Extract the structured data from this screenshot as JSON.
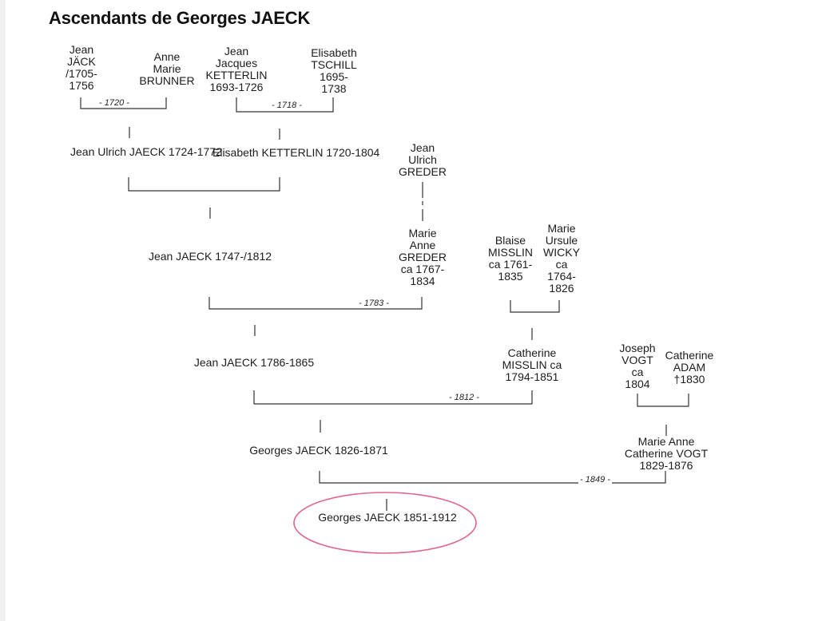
{
  "title": "Ascendants de Georges JAECK",
  "highlight_color": "#e0668a",
  "people": {
    "jean_jack": "Jean\nJÄCK\n/1705-\n1756",
    "anne_marie_brunner": "Anne\nMarie\nBRUNNER",
    "jean_jacques_ketterlin": "Jean\nJacques\nKETTERLIN\n1693-1726",
    "elisabeth_tschill": "Elisabeth\nTSCHILL\n1695-\n1738",
    "jean_ulrich_jaeck": "Jean Ulrich JAECK\n1724-1772",
    "elisabeth_ketterlin": "Elisabeth KETTERLIN\n1720-1804",
    "jean_ulrich_greder": "Jean\nUlrich\nGREDER",
    "jean_jaeck_1747": "Jean JAECK 1747-/1812",
    "marie_anne_greder": "Marie\nAnne\nGREDER\nca 1767-\n1834",
    "blaise_misslin": "Blaise\nMISSLIN\nca 1761-\n1835",
    "marie_ursule_wicky": "Marie\nUrsule\nWICKY\nca\n1764-\n1826",
    "jean_jaeck_1786": "Jean JAECK 1786-1865",
    "catherine_misslin": "Catherine\nMISSLIN ca\n1794-1851",
    "joseph_vogt": "Joseph\nVOGT\nca\n1804",
    "catherine_adam": "Catherine\nADAM\n†1830",
    "georges_jaeck_1826": "Georges JAECK 1826-1871",
    "marie_anne_catherine_vogt": "Marie Anne\nCatherine VOGT\n1829-1876",
    "georges_jaeck_1851": "Georges JAECK 1851-1912"
  },
  "marriages": {
    "m1720": "- 1720 -",
    "m1718": "- 1718 -",
    "m1783": "- 1783 -",
    "m1812": "- 1812 -",
    "m1849": "- 1849 -"
  }
}
